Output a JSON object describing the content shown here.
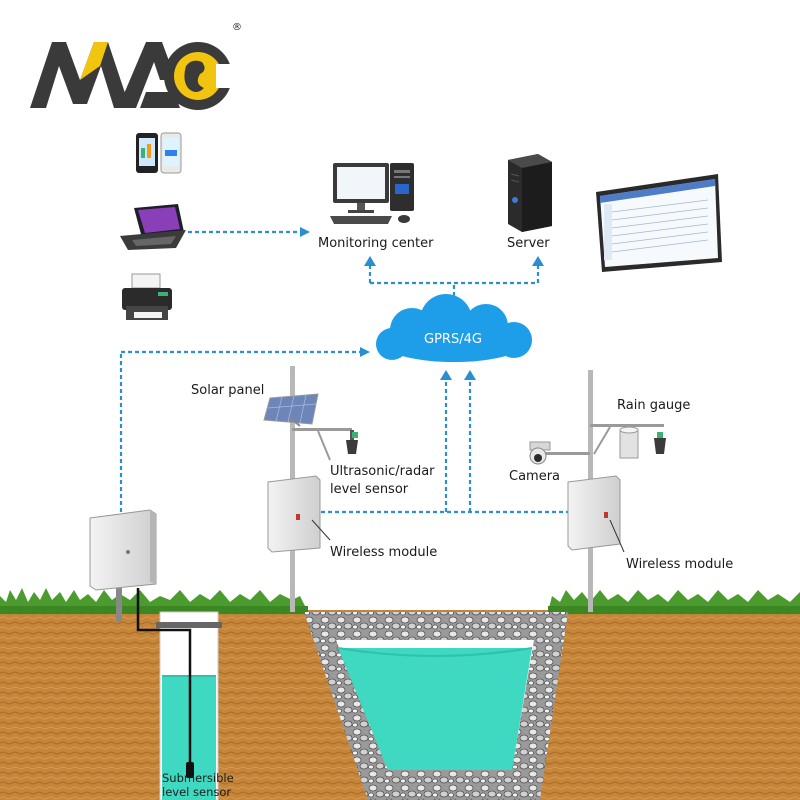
{
  "brand": {
    "logo_text": "MAC",
    "registered": "®"
  },
  "labels": {
    "monitoring_center": "Monitoring center",
    "server": "Server",
    "network": "GPRS/4G",
    "solar_panel": "Solar panel",
    "rain_gauge": "Rain gauge",
    "level_sensor_line1": "Ultrasonic/radar",
    "level_sensor_line2": "level sensor",
    "camera": "Camera",
    "wireless_module_left": "Wireless module",
    "wireless_module_right": "Wireless module",
    "submersible_line1": "Submersible",
    "submersible_line2": "level sensor"
  },
  "colors": {
    "link_dotted": "#2a8fd0",
    "cloud": "#1e9ee8",
    "water": "#3fd8c0",
    "soil": "#c98a3a",
    "grass": "#4c9b2e",
    "logo_dark": "#3a3a3a",
    "logo_yellow": "#f1c40f"
  },
  "icons": [
    "smartphone-icon",
    "laptop-icon",
    "printer-icon",
    "monitor-pc-icon",
    "server-tower-icon",
    "dashboard-screen-icon"
  ]
}
